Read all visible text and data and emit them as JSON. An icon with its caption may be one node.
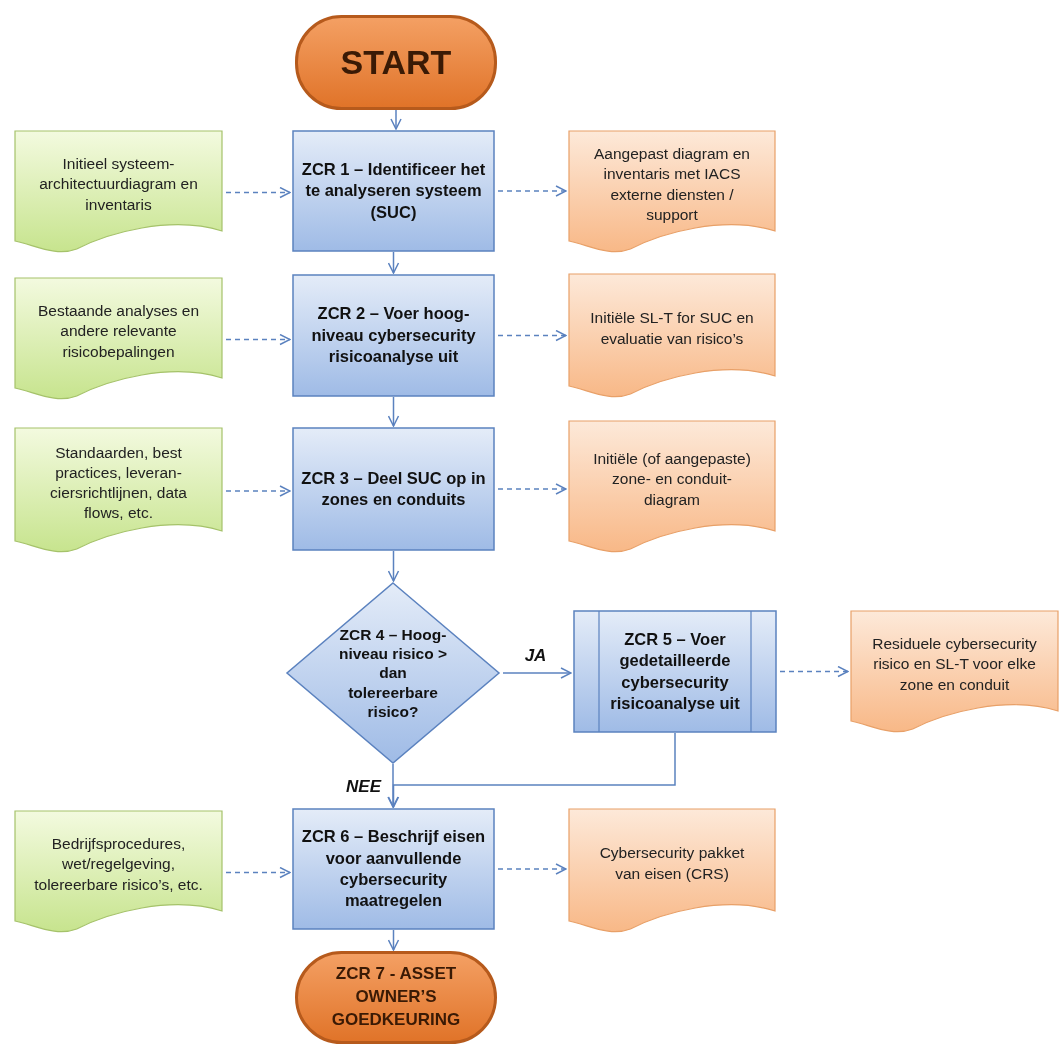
{
  "diagram": {
    "nodes": [
      {
        "text": [
          "START"
        ]
      },
      {
        "text": [
          "Initieel systeem-architectuurdiagram en inventaris"
        ]
      },
      {
        "text": [
          "ZCR 1 – Identificeer het te analyseren systeem (SUC)"
        ]
      },
      {
        "text": [
          "Aangepast diagram en inventaris met IACS externe diensten / support"
        ]
      },
      {
        "text": [
          "Bestaande analyses en andere relevante risicobepalingen"
        ]
      },
      {
        "text": [
          "ZCR 2 – Voer hoog-niveau cybersecurity risicoanalyse uit"
        ]
      },
      {
        "text": [
          "Initiële SL-T for SUC en evaluatie van risico’s"
        ]
      },
      {
        "text": [
          "Standaarden, best practices, leveran-ciersrichtlijnen, data flows, etc."
        ]
      },
      {
        "text": [
          "ZCR 3 – Deel SUC op in zones en conduits"
        ]
      },
      {
        "text": [
          "Initiële (of aangepaste) zone- en conduit-diagram"
        ]
      },
      {
        "text": [
          "ZCR 4 – Hoog-niveau risico > dan tolereerbare risico?"
        ]
      },
      {
        "text": [
          "ZCR 5 – Voer gedetailleerde cybersecurity risicoanalyse uit"
        ]
      },
      {
        "text": [
          "Residuele cybersecurity risico en SL-T voor elke zone en conduit"
        ]
      },
      {
        "text": [
          "Bedrijfsprocedures, wet/regelgeving, tolereerbare risico’s, etc."
        ]
      },
      {
        "text": [
          "ZCR 6 – Beschrijf eisen voor aanvullende cybersecurity maatregelen"
        ]
      },
      {
        "text": [
          "Cybersecurity pakket van eisen (CRS)"
        ]
      },
      {
        "text": [
          "ZCR 7 - ASSET OWNER’S GOEDKEURING"
        ]
      }
    ],
    "edges": [
      {
        "from": 0,
        "to": 2,
        "arrow": "to"
      },
      {
        "from": 1,
        "to": 2,
        "arrow": "to",
        "style": "dashed"
      },
      {
        "from": 2,
        "to": 3,
        "arrow": "to",
        "style": "dashed"
      },
      {
        "from": 2,
        "to": 5,
        "arrow": "to"
      },
      {
        "from": 4,
        "to": 5,
        "arrow": "to",
        "style": "dashed"
      },
      {
        "from": 5,
        "to": 6,
        "arrow": "to",
        "style": "dashed"
      },
      {
        "from": 5,
        "to": 8,
        "arrow": "to"
      },
      {
        "from": 7,
        "to": 8,
        "arrow": "to",
        "style": "dashed"
      },
      {
        "from": 8,
        "to": 9,
        "arrow": "to",
        "style": "dashed"
      },
      {
        "from": 8,
        "to": 10,
        "arrow": "to"
      },
      {
        "from": 10,
        "to": 11,
        "arrow": "to",
        "label": "JA"
      },
      {
        "from": 11,
        "to": 12,
        "arrow": "to",
        "style": "dashed"
      },
      {
        "from": 10,
        "to": 14,
        "arrow": "to",
        "label": "NEE"
      },
      {
        "from": 11,
        "to": 14,
        "arrow": "to"
      },
      {
        "from": 13,
        "to": 14,
        "arrow": "to",
        "style": "dashed"
      },
      {
        "from": 14,
        "to": 15,
        "arrow": "to",
        "style": "dashed"
      },
      {
        "from": 14,
        "to": 16,
        "arrow": "to"
      }
    ]
  }
}
